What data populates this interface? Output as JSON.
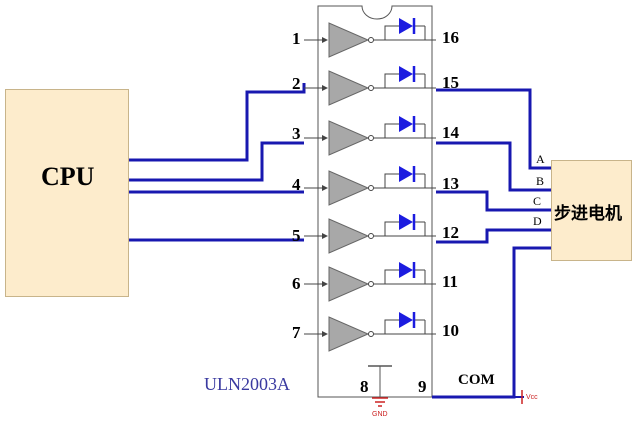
{
  "cpu": {
    "label": "CPU"
  },
  "motor": {
    "label": "步进电机"
  },
  "chip": {
    "name": "ULN2003A"
  },
  "inputs": [
    "1",
    "2",
    "3",
    "4",
    "5",
    "6",
    "7"
  ],
  "outputs": [
    "16",
    "15",
    "14",
    "13",
    "12",
    "11",
    "10"
  ],
  "pins": {
    "gnd": "8",
    "com": "9"
  },
  "com_label": "COM",
  "gnd_symbol_label": "GND",
  "vcc_symbol_label": "Vcc",
  "phases": [
    "A",
    "B",
    "C",
    "D"
  ],
  "colors": {
    "wire_blue": "#1818b0",
    "diode_blue": "#1c1ce0",
    "buffer_gray": "#a8a8a8",
    "box_fill": "#fdeccc",
    "chip_text": "#3a3aa0",
    "ground_red": "#cc2222"
  },
  "icons": [
    "buffer-inverter-icon",
    "diode-icon",
    "ground-icon",
    "power-supply-icon"
  ]
}
